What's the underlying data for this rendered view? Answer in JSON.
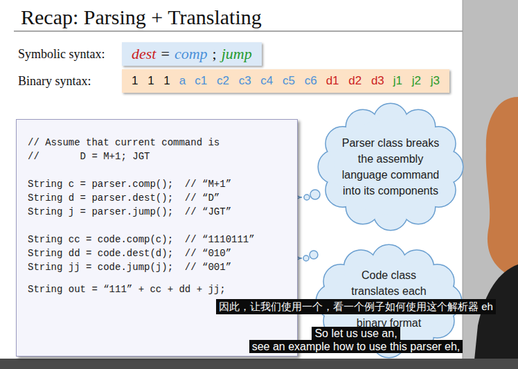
{
  "diagram": {
    "title": "Recap: Parsing + Translating",
    "nodes": [
      {
        "text": [
          "Symbolic syntax:",
          "dest",
          "=",
          "comp",
          ";",
          "jump"
        ]
      },
      {
        "text": [
          "Binary syntax:",
          "1 1 1",
          "a",
          "c1 c2 c3 c4 c5 c6",
          "d1 d2 d3",
          "j1 j2 j3"
        ]
      },
      {
        "text": [
          "// Assume that current command is",
          "//       D = M+1; JGT",
          "String c = parser.comp();  // “M+1”",
          "String d = parser.dest();  // “D”",
          "String j = parser.jump();  // “JGT”",
          "String cc = code.comp(c);  // “1110111”",
          "String dd = code.dest(d);  // “010”",
          "String jj = code.jump(j);  // “001”",
          "String out = “111” + cc + dd + jj;"
        ]
      },
      {
        "text": [
          "Parser class breaks the assembly language command into its components"
        ]
      },
      {
        "text": [
          "Code class translates each",
          "binary format"
        ]
      }
    ],
    "labels": [
      "因此，让我们使用一个，看一个例子如何使用这个解析器 eh",
      "So let us use an,",
      "see an example how to use this parser eh,"
    ]
  }
}
